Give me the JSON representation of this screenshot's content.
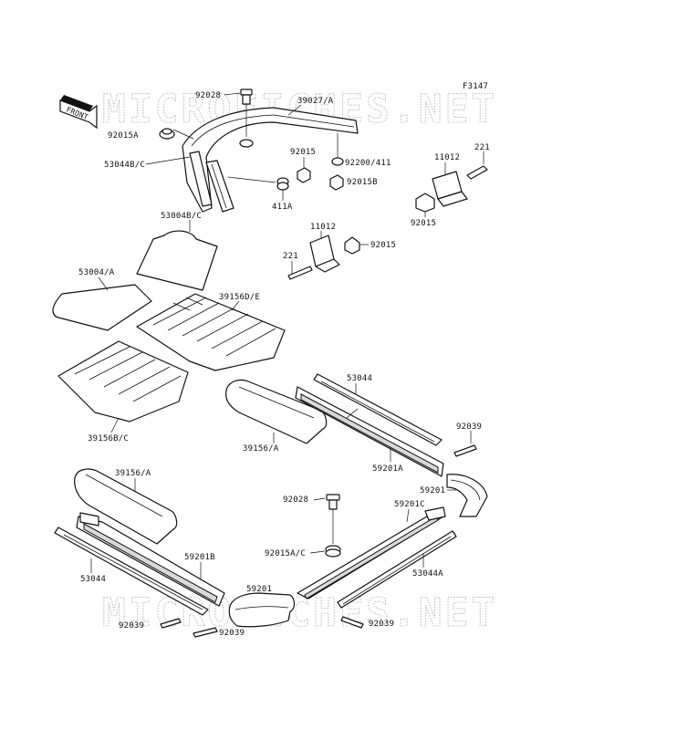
{
  "figure_code": "F3147",
  "front_arrow_label": "FRONT",
  "watermark_text": "MICROFICHES.NET",
  "labels": {
    "p92028_top": "92028",
    "p39027a": "39027/A",
    "p92015a_top": "92015A",
    "p53044bc": "53044B/C",
    "p92015_mid": "92015",
    "p92200_411": "92200/411",
    "p92015b": "92015B",
    "p411a": "411A",
    "p11012_right": "11012",
    "p221_right": "221",
    "p92015_right": "92015",
    "p53004bc": "53004B/C",
    "p11012_mid": "11012",
    "p221_mid": "221",
    "p92015_bracket": "92015",
    "p53004a": "53004/A",
    "p39156de": "39156D/E",
    "p53044_top": "53044",
    "p39156bc": "39156B/C",
    "p39156a_mid": "39156/A",
    "p92039_right": "92039",
    "p59201a": "59201A",
    "p59201_right": "59201",
    "p39156a_low": "39156/A",
    "p92028_low": "92028",
    "p59201c": "59201C",
    "p59201b": "59201B",
    "p92015ac": "92015A/C",
    "p53044_low": "53044",
    "p53044a": "53044A",
    "p59201_low": "59201",
    "p92039_left": "92039",
    "p92039_center": "92039",
    "p92039_lowright": "92039"
  },
  "colors": {
    "line": "#111111",
    "watermark": "#bdbdbd",
    "background": "#ffffff"
  }
}
